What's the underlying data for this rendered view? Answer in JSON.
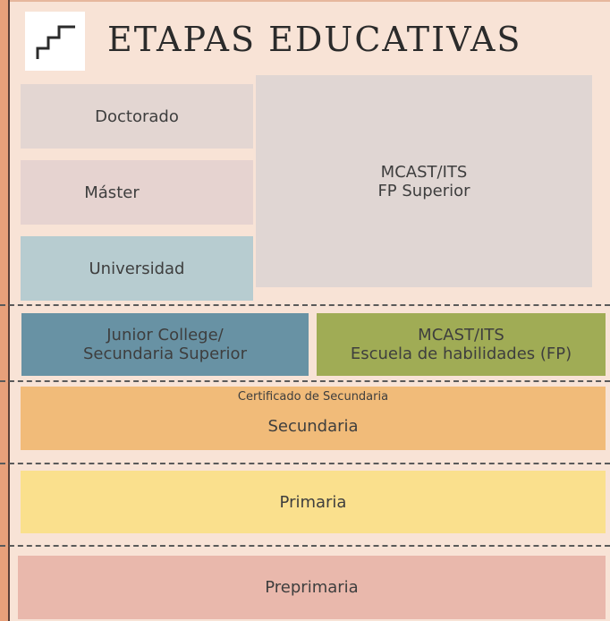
{
  "title": "ETAPAS EDUCATIVAS",
  "logo_icon": "stairs-icon",
  "stages": {
    "doctorado": {
      "label": "Doctorado",
      "color": "#e3d6d2"
    },
    "master": {
      "label": "Máster",
      "color": "#e6d3d0"
    },
    "universidad": {
      "label": "Universidad",
      "color": "#b7ccd0"
    },
    "mcast_superior": {
      "line1": "MCAST/ITS",
      "line2": "FP Superior",
      "color": "#e0d6d3"
    },
    "junior_college": {
      "line1": "Junior College/",
      "line2": "Secundaria Superior",
      "color": "#6892a4"
    },
    "mcast_habilidades": {
      "line1": "MCAST/ITS",
      "line2": "Escuela de habilidades (FP)",
      "color": "#a0ac55"
    },
    "secundaria": {
      "note": "Certificado de Secundaria",
      "label": "Secundaria",
      "color": "#f1bb79"
    },
    "primaria": {
      "label": "Primaria",
      "color": "#fae08d"
    },
    "preprimaria": {
      "label": "Preprimaria",
      "color": "#e9b8ac"
    }
  }
}
